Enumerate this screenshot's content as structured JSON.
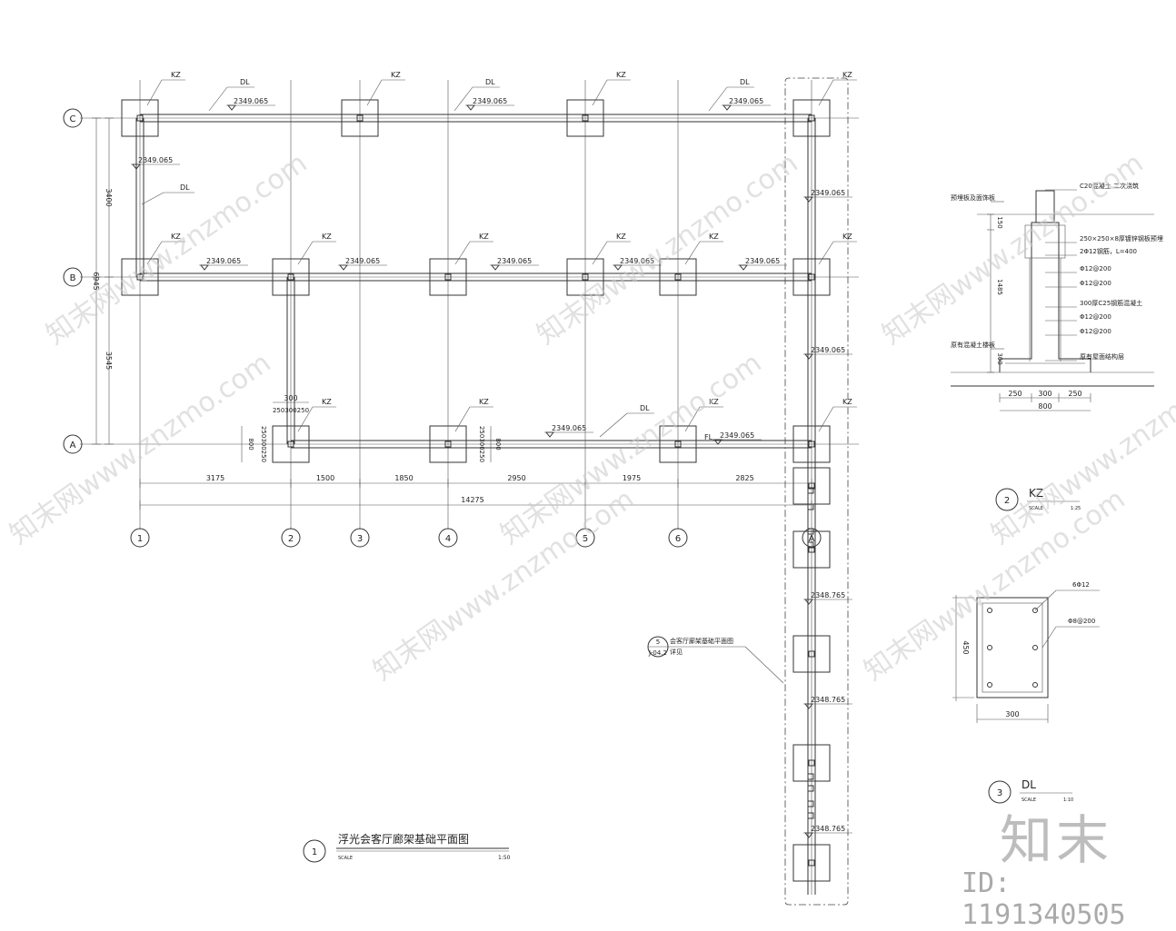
{
  "plan": {
    "grid_h": [
      "C",
      "B",
      "A"
    ],
    "grid_v": [
      "1",
      "2",
      "3",
      "4",
      "5",
      "6"
    ],
    "dims_bottom": [
      "3175",
      "1500",
      "1850",
      "2950",
      "1975",
      "2825"
    ],
    "dim_total": "14275",
    "dims_left": [
      "3400",
      "3545"
    ],
    "dim_left_total": "6945",
    "kz": "KZ",
    "dl": "DL",
    "fl": "FL",
    "elev": [
      "2349.065",
      "2348.765"
    ],
    "dim_300": "300",
    "dim_800": "800",
    "dim_250300250": "250300250",
    "grid_right": "A",
    "title": "浮光会客厅廊架基础平面图",
    "title_no": "1",
    "scale_word": "SCALE",
    "scale": "1:50",
    "ref_no": "5",
    "ref_sheet": "J-04.2",
    "ref_text": "会客厅廊架基础平面图",
    "ref_text2": "详见"
  },
  "section_kz": {
    "labels": [
      "C20混凝土 二次浇筑",
      "预埋板及面饰板",
      "250×250×8厚镀锌钢板预埋",
      "2Φ12钢筋，L=400",
      "Φ12@200",
      "Φ12@200",
      "300厚C25钢筋混凝土",
      "Φ12@200",
      "Φ12@200",
      "原有混凝土楼板",
      "原有屋面结构层"
    ],
    "dims_v": [
      "150",
      "1485",
      "300"
    ],
    "dims_h": [
      "250",
      "300",
      "250"
    ],
    "dim_total": "800",
    "no": "2",
    "name": "KZ",
    "scale_word": "SCALE",
    "scale": "1:25"
  },
  "section_dl": {
    "labels": [
      "6Φ12",
      "Φ8@200"
    ],
    "dim_h": "450",
    "dim_w": "300",
    "no": "3",
    "name": "DL",
    "scale_word": "SCALE",
    "scale": "1:10"
  },
  "watermark": {
    "text": "知末网www.znzmo.com",
    "brand": "知末",
    "id": "ID: 1191340505"
  }
}
